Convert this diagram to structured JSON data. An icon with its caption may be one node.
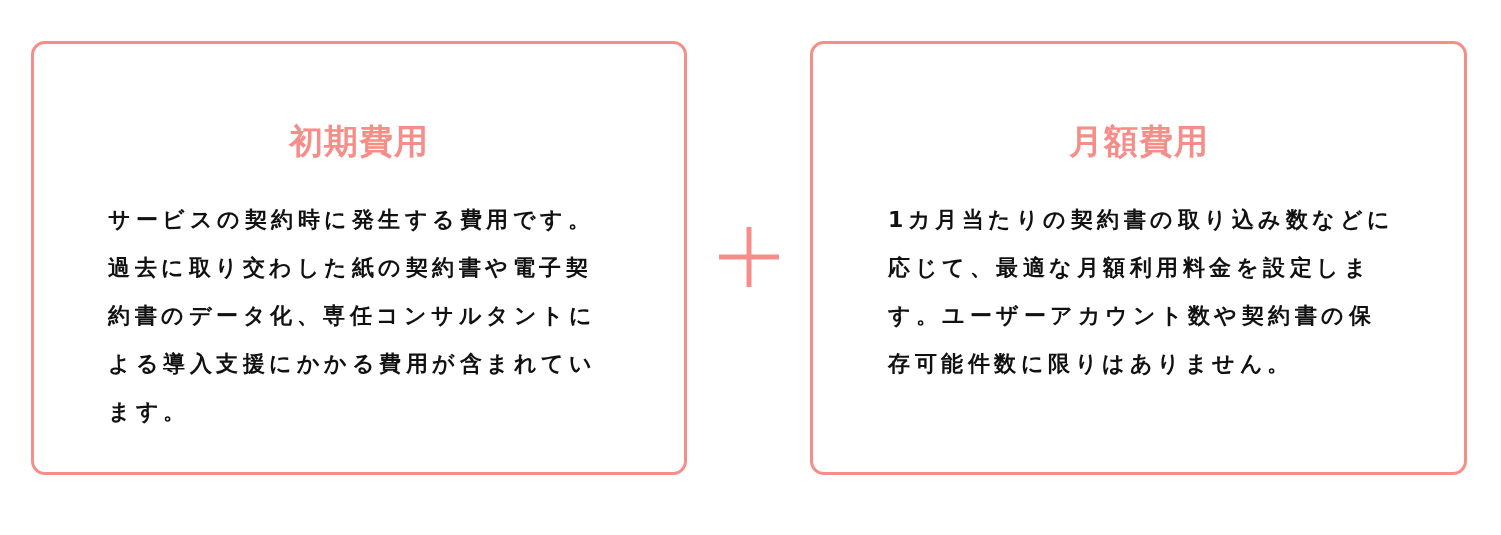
{
  "diagram": {
    "nodes": [
      {
        "text": [
          "初期費用",
          "サービスの契約時に発生する費用です。過去に取り交わした紙の契約書や電子契約書のデータ化、専任コンサルタントによる導入支援にかかる費用が含まれています。"
        ]
      },
      {
        "text": [
          "月額費用",
          "1カ月当たりの契約書の取り込み数などに応じて、最適な月額利用料金を設定します。ユーザーアカウント数や契約書の保存可能件数に限りはありません。"
        ]
      }
    ]
  }
}
